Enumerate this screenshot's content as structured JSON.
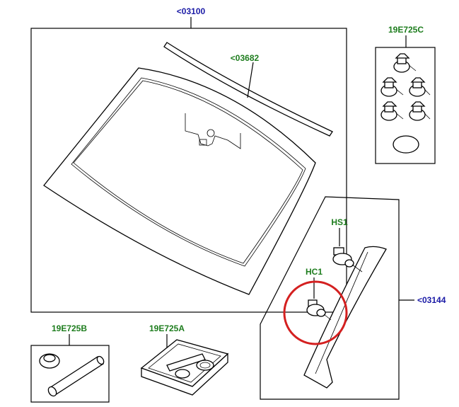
{
  "labels": {
    "main_windshield": "<03100",
    "moulding": "<03682",
    "clip_kit_c": "19E725C",
    "pillar_trim": "<03144",
    "hs1": "HS1",
    "hc1": "HC1",
    "kit_b": "19E725B",
    "kit_a": "19E725A"
  },
  "colors": {
    "ref_label": "#1a1aa6",
    "part_label": "#1e7d1e",
    "highlight_circle": "#d42020"
  }
}
